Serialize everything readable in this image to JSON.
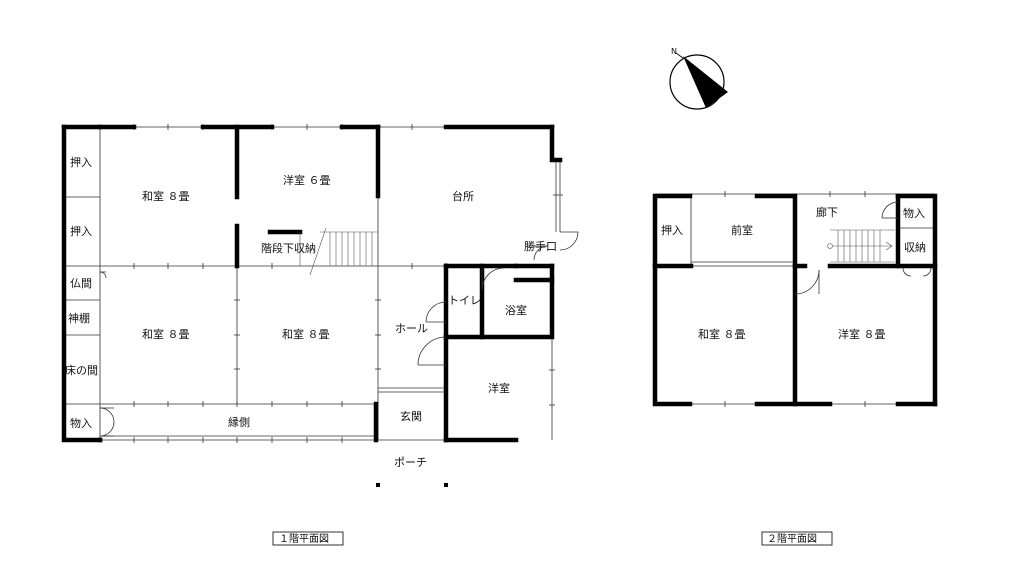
{
  "floor1": {
    "caption": "１階平面図",
    "rooms": {
      "oshiire_top": "押入",
      "oshiire_mid": "押入",
      "washitsu_nw": "和室 ８畳",
      "yoshitsu_6": "洋室 ６畳",
      "daidokoro": "台所",
      "kaidanshita": "階段下収納",
      "katteguchi": "勝手口",
      "butsuma": "仏間",
      "kamidana": "神棚",
      "tokonoma": "床の間",
      "washitsu_sw": "和室 ８畳",
      "washitsu_s": "和室 ８畳",
      "toilet": "トイレ",
      "yokushitsu": "浴室",
      "hall": "ホール",
      "yoshitsu": "洋室",
      "monoire": "物入",
      "engawa": "縁側",
      "genkan": "玄関",
      "porch": "ポーチ"
    }
  },
  "floor2": {
    "caption": "２階平面図",
    "rooms": {
      "oshiire": "押入",
      "zenshitsu": "前室",
      "rouka": "廊下",
      "monoire": "物入",
      "shuno": "収納",
      "washitsu": "和室 ８畳",
      "yoshitsu": "洋室 ８畳"
    }
  },
  "compass": {
    "north_label": "N"
  }
}
